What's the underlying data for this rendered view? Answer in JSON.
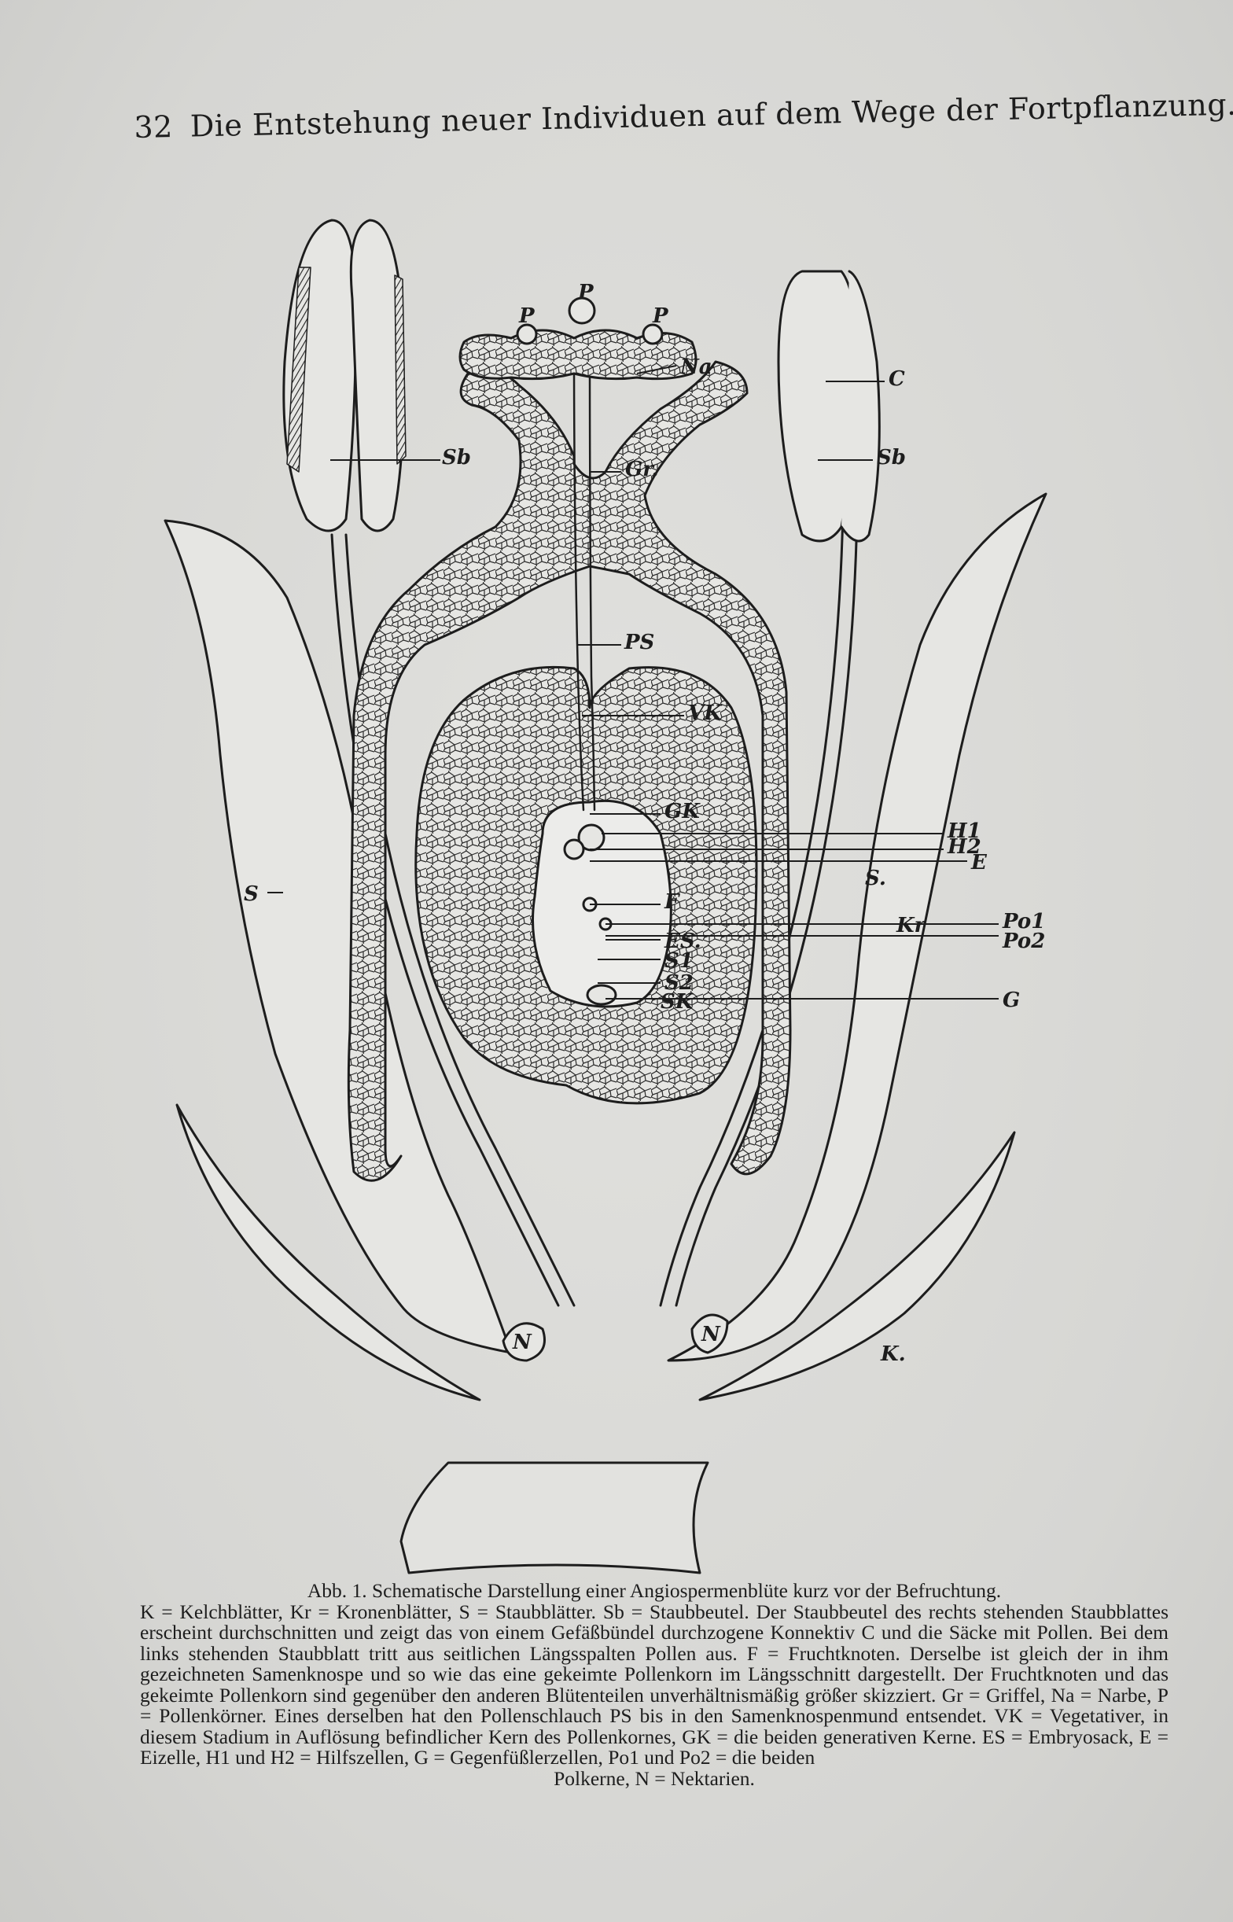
{
  "header": {
    "page_number": "32",
    "title": "Die Entstehung neuer Individuen auf dem Wege der Fortpflanzung."
  },
  "figure": {
    "labels": {
      "P_left": "P",
      "P_mid": "P",
      "P_right": "P",
      "Na": "Na",
      "Sb_left": "Sb",
      "Gr": "Gr.",
      "C": "C",
      "Sb_right": "Sb",
      "PS": "PS",
      "VK": "VK",
      "GK": "GK",
      "H1": "H1",
      "H2": "H2",
      "E": "E",
      "S_left": "S",
      "S_right": "S.",
      "F": "F",
      "Kr": "Kr",
      "Po1": "Po1",
      "Po2": "Po2",
      "ES": "ES.",
      "S1": "S1",
      "S2": "S2",
      "SK": "SK",
      "G": "G",
      "N_left": "N",
      "N_right": "N",
      "K": "K."
    }
  },
  "caption": {
    "lines": [
      "Abb. 1. Schematische Darstellung einer Angiospermenblüte kurz vor der Befruchtung.",
      "K = Kelchblätter, Kr = Kronenblätter, S = Staubblätter. Sb = Staubbeutel. Der Staubbeutel des rechts stehenden Staubblattes erscheint durchschnitten und zeigt das von einem Gefäßbündel durchzogene Konnektiv C und die Säcke mit Pollen. Bei dem links stehenden Staubblatt tritt aus seitlichen Längsspalten Pollen aus. F = Fruchtknoten. Derselbe ist gleich der in ihm gezeichneten Samenknospe und so wie das eine gekeimte Pollenkorn im Längsschnitt dargestellt. Der Fruchtknoten und das gekeimte Pollenkorn sind gegenüber den anderen Blütenteilen unverhältnismäßig größer skizziert. Gr = Griffel, Na = Narbe, P = Pollenkörner. Eines derselben hat den Pollenschlauch PS bis in den Samenknospenmund entsendet. VK = Vegetativer, in diesem Stadium in Auflösung befindlicher Kern des Pollenkornes, GK = die beiden generativen Kerne. ES = Embryosack, E = Eizelle, H1 und H2 = Hilfszellen, G = Gegenfüßlerzellen, Po1 und Po2 = die beiden",
      "Polkerne, N = Nektarien."
    ]
  }
}
